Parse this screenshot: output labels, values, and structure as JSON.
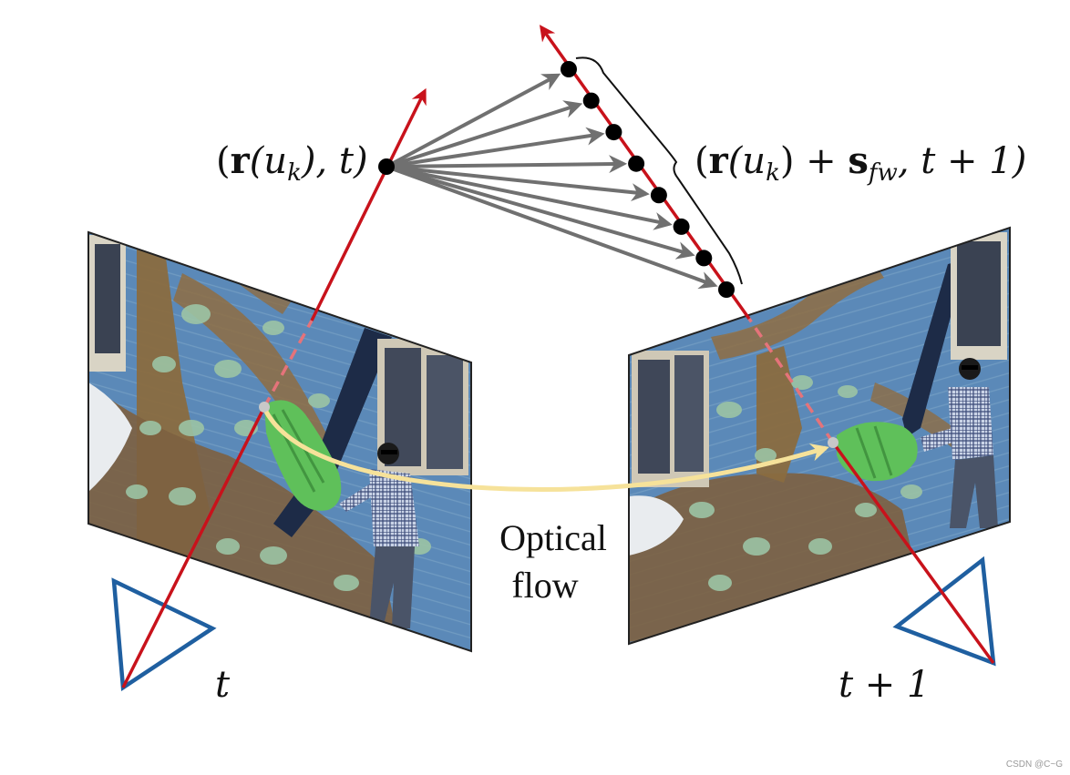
{
  "labels": {
    "point_t": "(r(u_k), t)",
    "point_t_parts": {
      "open": "(",
      "bold": "r",
      "mid": "(u",
      "sub": "k",
      "close": "), t)"
    },
    "point_t1": "(r(u_k) + s_fw, t + 1)",
    "point_t1_parts": {
      "open": "(",
      "bold1": "r",
      "mid1": "(u",
      "sub1": "k",
      "mid2": ") + ",
      "bold2": "s",
      "sub2": "fw",
      "close": ", t + 1)"
    },
    "time_left": "t",
    "time_right": "t + 1",
    "flow_line1": "Optical",
    "flow_line2": "flow"
  },
  "watermark": "CSDN @C~G",
  "colors": {
    "ray": "#c8121b",
    "ray_dashed": "#e5737a",
    "camera": "#1f5fa0",
    "sample_arrows": "#707070",
    "flow_arrow": "#f6e29a",
    "points": "#000000",
    "frame_border": "#222222"
  },
  "sample_count": 8
}
